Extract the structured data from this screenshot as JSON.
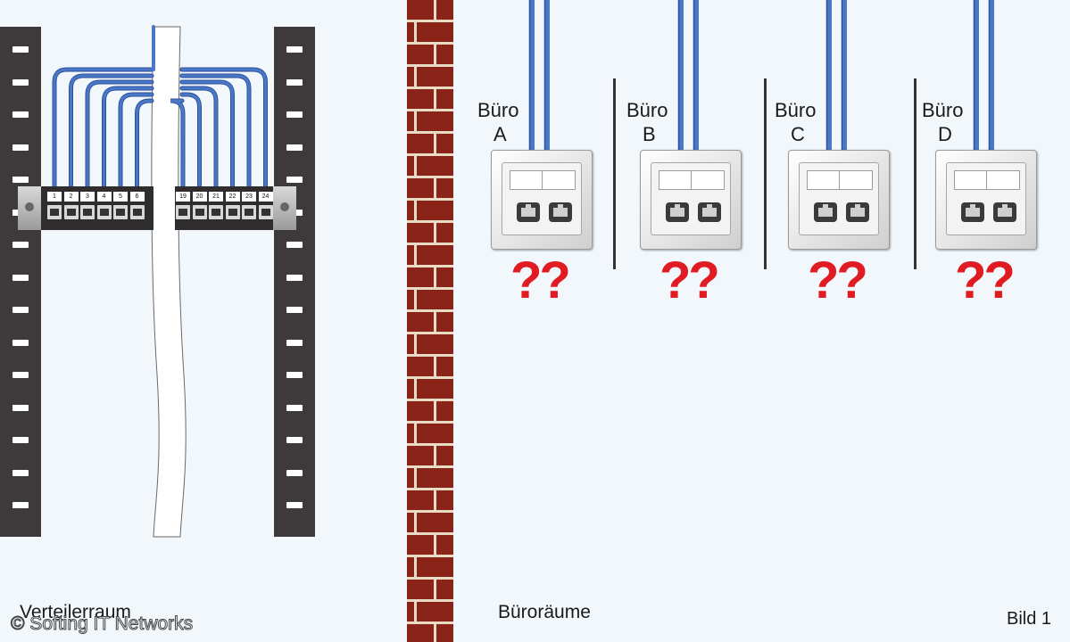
{
  "left_room": {
    "label": "Verteilerraum"
  },
  "right_room": {
    "label": "Büroräume"
  },
  "figure_label": "Bild 1",
  "copyright": "© Softing IT Networks",
  "patch_panel": {
    "ports_left": [
      "1",
      "2",
      "3",
      "4",
      "5",
      "6"
    ],
    "ports_right": [
      "19",
      "20",
      "21",
      "22",
      "23",
      "24"
    ]
  },
  "offices": [
    {
      "line1": "Büro",
      "line2": "A",
      "mark": "??"
    },
    {
      "line1": "Büro",
      "line2": "B",
      "mark": "??"
    },
    {
      "line1": "Büro",
      "line2": "C",
      "mark": "??"
    },
    {
      "line1": "Büro",
      "line2": "D",
      "mark": "??"
    }
  ],
  "colors": {
    "cable": "#4a78c8",
    "question_mark": "#e01b22",
    "rack": "#3e3a3b",
    "brick": "#8a2318"
  }
}
